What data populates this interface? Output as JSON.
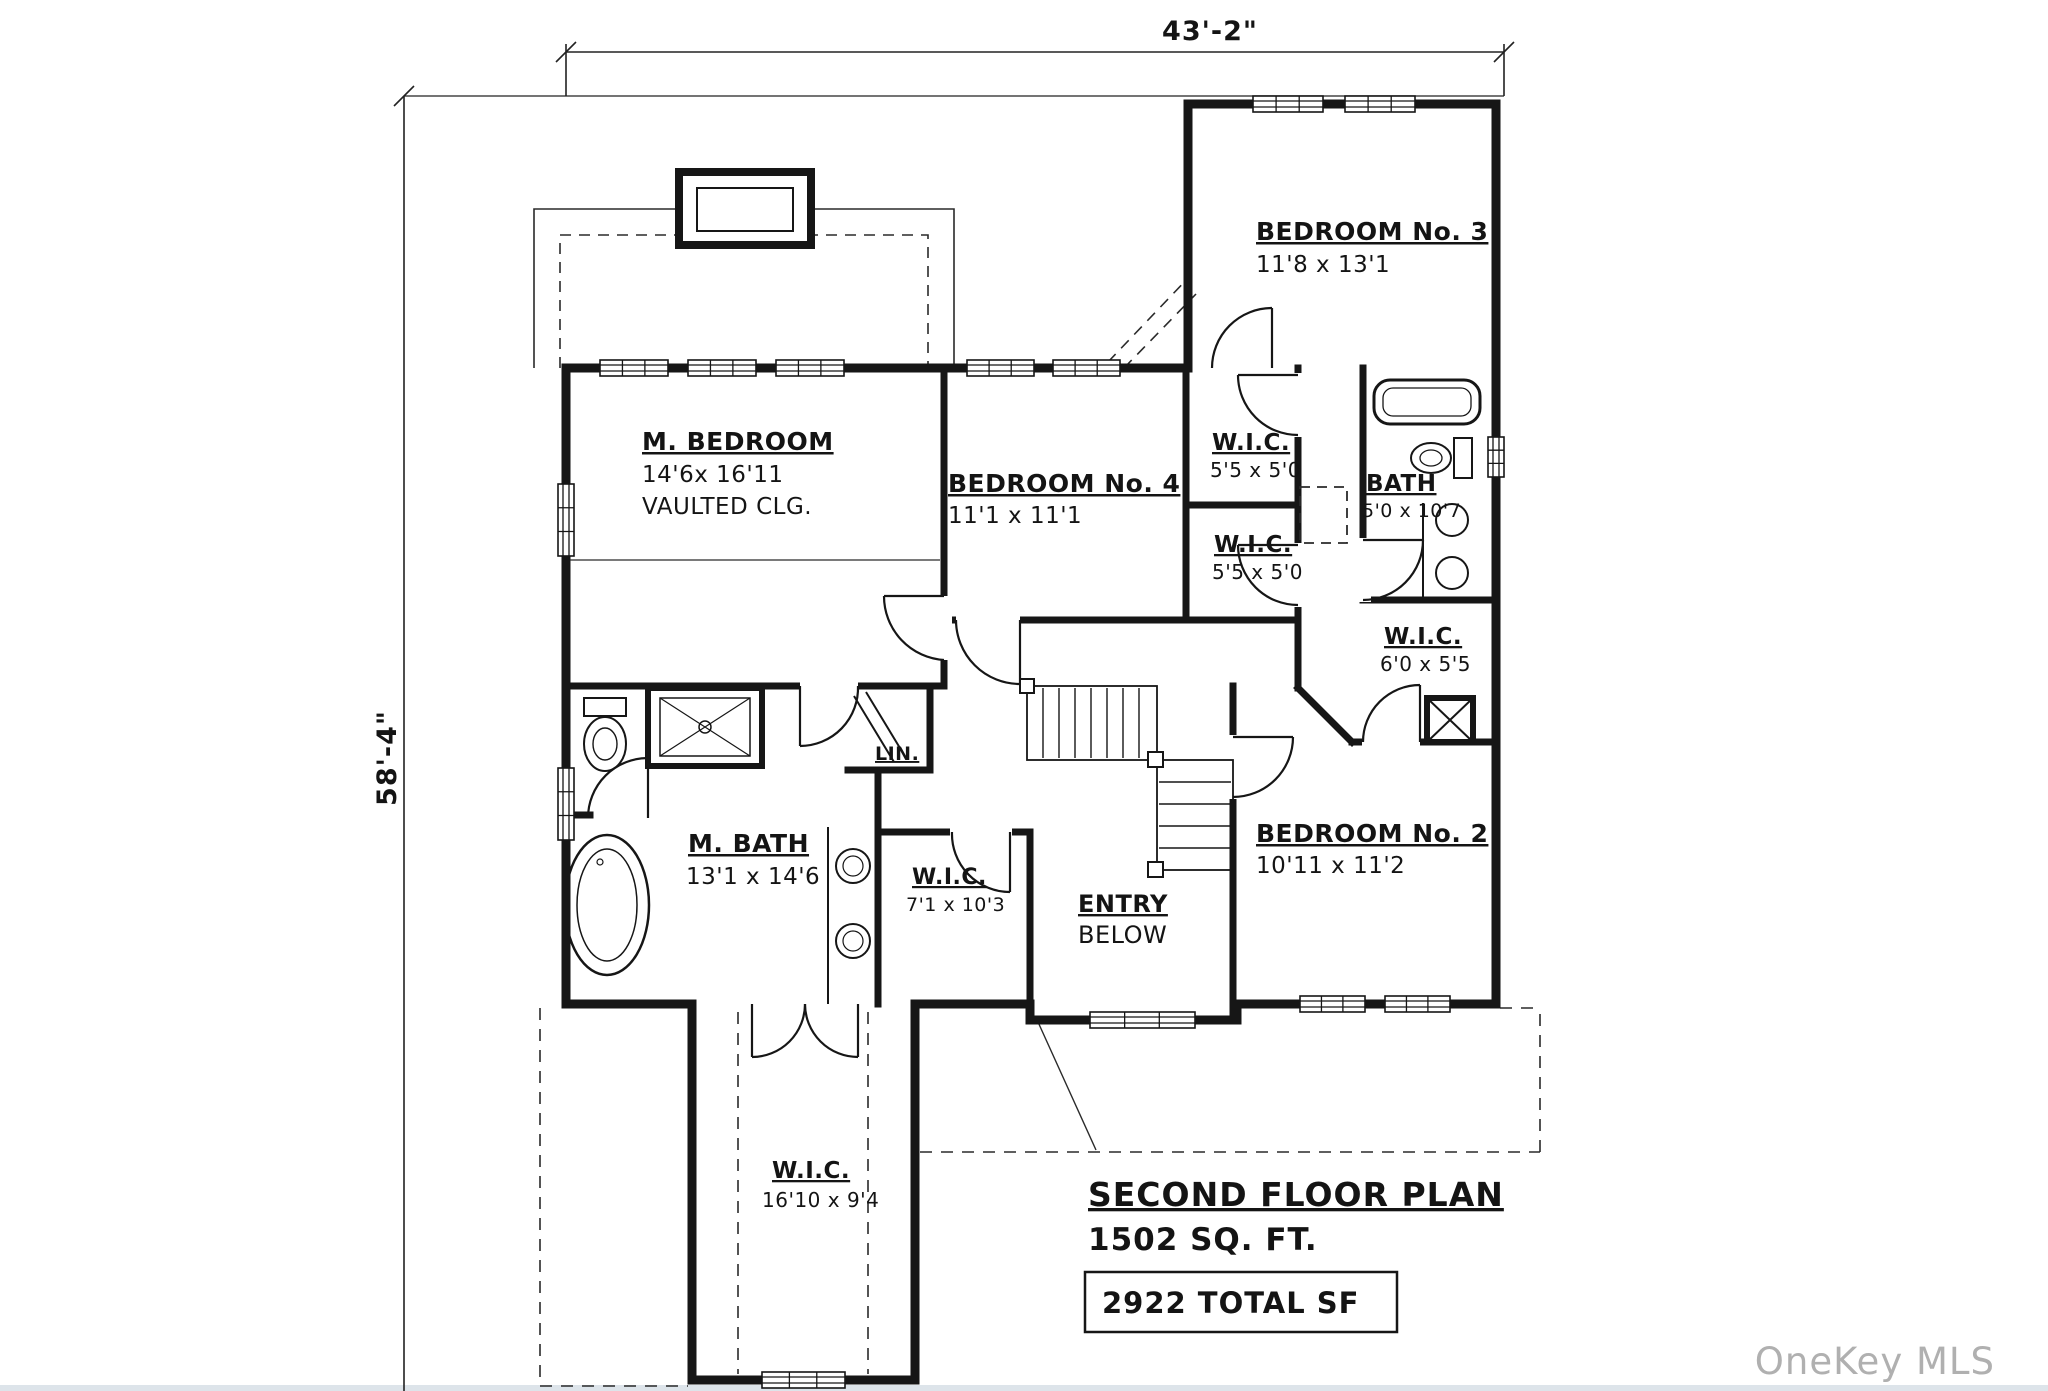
{
  "dimensions": {
    "width_label": "43'-2\"",
    "height_label": "58'-4\""
  },
  "rooms": {
    "bedroom3": {
      "name": "BEDROOM No. 3",
      "dims": "11'8 x 13'1"
    },
    "m_bedroom": {
      "name": "M. BEDROOM",
      "dims": "14'6x 16'11",
      "note": "VAULTED CLG."
    },
    "bedroom4": {
      "name": "BEDROOM No. 4",
      "dims": "11'1 x 11'1"
    },
    "wic_top": {
      "name": "W.I.C.",
      "dims": "5'5 x 5'0"
    },
    "bath": {
      "name": "BATH",
      "dims": "5'0 x 10'7"
    },
    "wic_mid": {
      "name": "W.I.C.",
      "dims": "5'5 x 5'0"
    },
    "wic_right": {
      "name": "W.I.C.",
      "dims": "6'0 x 5'5"
    },
    "m_bath": {
      "name": "M. BATH",
      "dims": "13'1 x 14'6"
    },
    "linen": {
      "name": "LIN."
    },
    "wic_hall": {
      "name": "W.I.C.",
      "dims": "7'1 x 10'3"
    },
    "entry": {
      "name": "ENTRY",
      "name2": "BELOW"
    },
    "bedroom2": {
      "name": "BEDROOM No. 2",
      "dims": "10'11 x 11'2"
    },
    "wic_lower": {
      "name": "W.I.C.",
      "dims": "16'10 x 9'4"
    }
  },
  "title_block": {
    "title": "SECOND FLOOR PLAN",
    "area": "1502 SQ. FT.",
    "total": "2922 TOTAL SF"
  },
  "watermark": "OneKey MLS"
}
